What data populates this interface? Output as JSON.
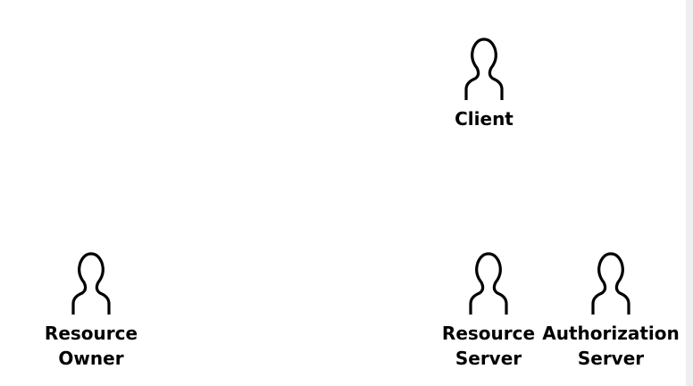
{
  "diagram": {
    "actors": [
      {
        "id": "client",
        "label_lines": [
          "Client"
        ]
      },
      {
        "id": "resource-owner",
        "label_lines": [
          "Resource",
          "Owner"
        ]
      },
      {
        "id": "resource-server",
        "label_lines": [
          "Resource",
          "Server"
        ]
      },
      {
        "id": "authorization-server",
        "label_lines": [
          "Authorization",
          "Server"
        ]
      }
    ],
    "icon": "person-outline-icon",
    "colors": {
      "stroke": "#000000",
      "text": "#000000",
      "background": "#ffffff"
    }
  }
}
